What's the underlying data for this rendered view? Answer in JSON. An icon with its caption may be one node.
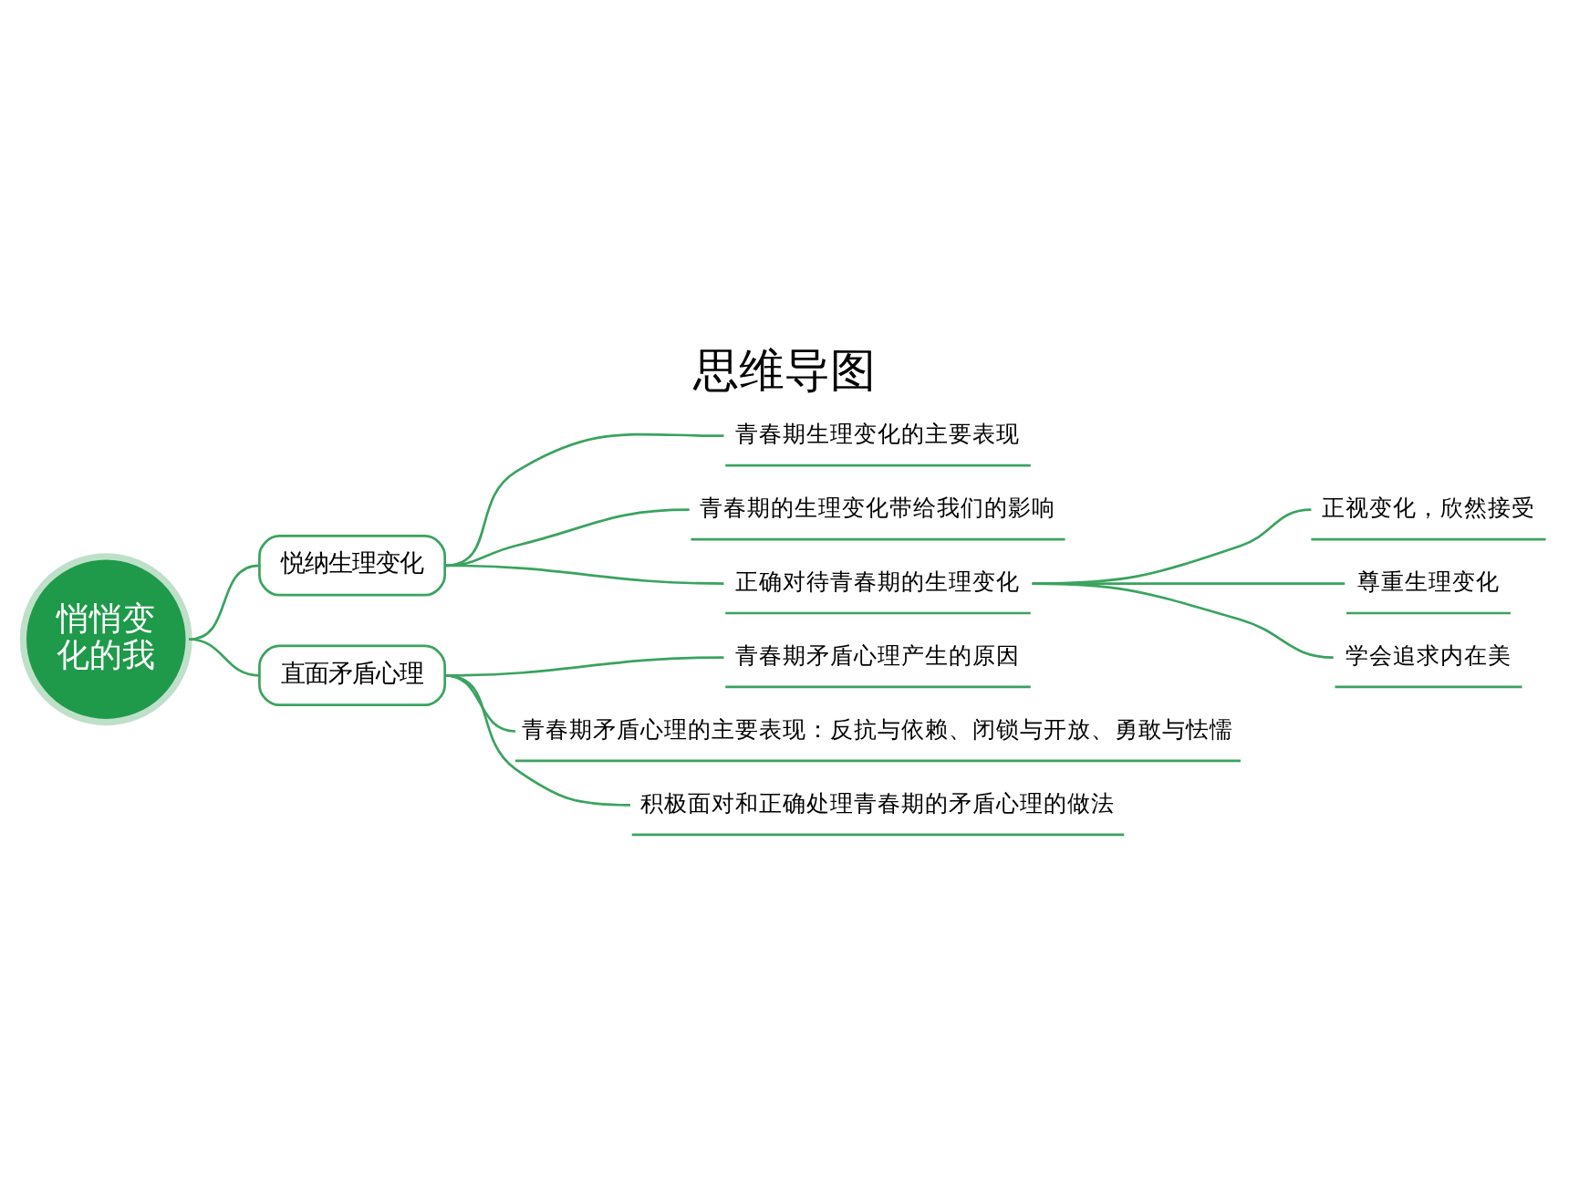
{
  "diagram": {
    "title": "思维导图",
    "nodes": [
      {
        "text": [
          "悄悄变化的我"
        ]
      },
      {
        "text": [
          "悦纳生理变化"
        ]
      },
      {
        "text": [
          "青春期生理变化的主要表现"
        ]
      },
      {
        "text": [
          "青春期的生理变化带给我们的影响"
        ]
      },
      {
        "text": [
          "正确对待青春期的生理变化"
        ]
      },
      {
        "text": [
          "正视变化，欣然接受"
        ]
      },
      {
        "text": [
          "尊重生理变化"
        ]
      },
      {
        "text": [
          "学会追求内在美"
        ]
      },
      {
        "text": [
          "直面矛盾心理"
        ]
      },
      {
        "text": [
          "青春期矛盾心理产生的原因"
        ]
      },
      {
        "text": [
          "青春期矛盾心理的主要表现：反抗与依赖、闭锁与开放、勇敢与怯懦"
        ]
      },
      {
        "text": [
          "积极面对和正确处理青春期的矛盾心理的做法"
        ]
      }
    ],
    "edges": [
      {
        "from": 0,
        "to": 1,
        "arrow": "none"
      },
      {
        "from": 1,
        "to": 2,
        "arrow": "none"
      },
      {
        "from": 1,
        "to": 3,
        "arrow": "none"
      },
      {
        "from": 1,
        "to": 4,
        "arrow": "none"
      },
      {
        "from": 4,
        "to": 5,
        "arrow": "none"
      },
      {
        "from": 4,
        "to": 6,
        "arrow": "none"
      },
      {
        "from": 4,
        "to": 7,
        "arrow": "none"
      },
      {
        "from": 0,
        "to": 8,
        "arrow": "none"
      },
      {
        "from": 8,
        "to": 9,
        "arrow": "none"
      },
      {
        "from": 8,
        "to": 10,
        "arrow": "none"
      },
      {
        "from": 8,
        "to": 11,
        "arrow": "none"
      }
    ]
  }
}
